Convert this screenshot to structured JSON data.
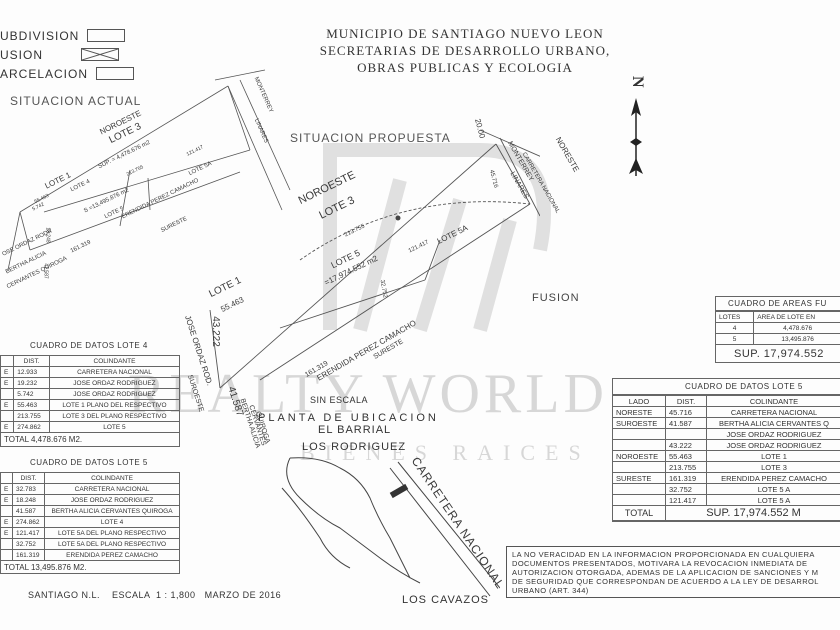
{
  "header": {
    "line1": "MUNICIPIO DE SANTIAGO NUEVO LEON",
    "line2": "SECRETARIAS DE DESARROLLO URBANO,",
    "line3": "OBRAS PUBLICAS Y ECOLOGIA"
  },
  "legend": {
    "subdivision": "UBDIVISION",
    "fusion": "USION",
    "parcelacion": "ARCELACION"
  },
  "labels": {
    "situacion_actual": "SITUACION ACTUAL",
    "situacion_propuesta": "SITUACION PROPUESTA",
    "fusion": "FUSION",
    "sin_escala": "SIN ESCALA",
    "planta": "PLANTA DE UBICACION",
    "el_barrial": "EL BARRIAL",
    "los_rodriguez": "LOS RODRIGUEZ",
    "carretera_nacional": "CARRETERA NACIONAL",
    "los_cavazos": "LOS CAVAZOS",
    "north": "N",
    "footer": "SANTIAGO N.L.    ESCALA  1 : 1,800   MARZO DE 2016"
  },
  "plan_actual": {
    "noroeste": "NOROESTE",
    "lote3": "LOTE 3",
    "sup3": "SUP. = 4,478.676 m2",
    "lote1": "LOTE 1",
    "lote4": "LOTE 4",
    "lote5": "LOTE 5",
    "sup5": "S =13,495.876 m2",
    "lote5a": "LOTE 5A",
    "erendida": "ERENDIDA PEREZ CAMACHO",
    "sureste": "SURESTE",
    "bertha": "BERTHA ALICIA",
    "cervantes": "CERVANTES QUIROGA",
    "ordaz": "OSE ORDAZ RODR",
    "monterrey": "MONTERREY",
    "linares": "LINARES",
    "d1": "55.463",
    "d2": "5.742",
    "d3": "12.933",
    "d4": "19.232",
    "d5": "161.319",
    "d6": "121.417",
    "d7": "213.755",
    "d8": "274.862",
    "d9": "32.783",
    "d10": "18.248",
    "d11": "41.587",
    "d12": "32.752"
  },
  "plan_propuesta": {
    "noroeste": "NOROESTE",
    "lote3": "LOTE 3",
    "lote1": "LOTE 1",
    "lote5": "LOTE 5",
    "sup5": "=17,974.552 m2",
    "lote5a": "LOTE 5A",
    "monterrey": "MONTERREY",
    "carretera": "CARRETERA NACIONAL",
    "linares": "LINARES",
    "noreste": "NORESTE",
    "jose": "JOSE ORDAZ ROD.",
    "bertha": "BERTHA ALICIA",
    "cervantes": "CERVANTES",
    "quiroga": "QUIROGA",
    "erendida": "ERENDIDA PEREZ CAMACHO",
    "sureste": "SURESTE",
    "suroeste": "SUROESTE",
    "d20": "20.00",
    "d45": "45.716",
    "d213": "213.755",
    "d55": "55.463",
    "d43": "43.222",
    "d41": "41.587",
    "d161": "161.319",
    "d121": "121.417",
    "d32": "32.752"
  },
  "tabla_lote4": {
    "title": "CUADRO DE DATOS  LOTE 4",
    "headers": [
      "",
      "DIST.",
      "COLINDANTE"
    ],
    "rows": [
      [
        "E",
        "12.933",
        "CARRETERA NACIONAL"
      ],
      [
        "E",
        "19.232",
        "JOSE ORDAZ RODRIGUEZ"
      ],
      [
        "",
        "5.742",
        "JOSE ORDAZ RODRIGUEZ"
      ],
      [
        "E",
        "55.463",
        "LOTE 1 PLANO DEL RESPECTIVO"
      ],
      [
        "",
        "213.755",
        "LOTE 3 DEL PLANO RESPECTIVO"
      ],
      [
        "E",
        "274.862",
        "LOTE 5"
      ]
    ],
    "total": "TOTAL   4,478.676 M2."
  },
  "tabla_lote5a": {
    "title": "CUADRO DE DATOS  LOTE 5",
    "headers": [
      "",
      "DIST.",
      "COLINDANTE"
    ],
    "rows": [
      [
        "E",
        "32.783",
        "CARRETERA NACIONAL"
      ],
      [
        "E",
        "18.248",
        "JOSE ORDAZ RODRIGUEZ"
      ],
      [
        "",
        "41.587",
        "BERTHA ALICIA CERVANTES QUIROGA"
      ],
      [
        "E",
        "274.862",
        "LOTE 4"
      ],
      [
        "E",
        "121.417",
        "LOTE 5A DEL PLANO RESPECTIVO"
      ],
      [
        "",
        "32.752",
        "LOTE 5A DEL PLANO RESPECTIVO"
      ],
      [
        "",
        "161.319",
        "ERENDIDA PEREZ CAMACHO"
      ]
    ],
    "total": "TOTAL   13,495.876  M2."
  },
  "tabla_areas": {
    "title": "CUADRO DE AREAS FU",
    "headers": [
      "LOTES",
      "AREA DE LOTE EN"
    ],
    "rows": [
      [
        "4",
        "4,478.676"
      ],
      [
        "5",
        "13,495.876"
      ]
    ],
    "total": "SUP.  17,974.552"
  },
  "tabla_lote5b": {
    "title": "CUADRO DE DATOS  LOTE 5",
    "headers": [
      "LADO",
      "DIST.",
      "COLINDANTE"
    ],
    "rows": [
      [
        "NORESTE",
        "45.716",
        "CARRETERA NACIONAL"
      ],
      [
        "SUROESTE",
        "41.587",
        "BERTHA ALICIA CERVANTES Q"
      ],
      [
        "",
        "",
        "JOSE ORDAZ RODRIGUEZ"
      ],
      [
        "",
        "43.222",
        "JOSE ORDAZ RODRIGUEZ"
      ],
      [
        "NOROESTE",
        "55.463",
        "LOTE 1"
      ],
      [
        "",
        "213.755",
        "LOTE 3"
      ],
      [
        "SURESTE",
        "161.319",
        "ERENDIDA PEREZ CAMACHO"
      ],
      [
        "",
        "32.752",
        "LOTE 5 A"
      ],
      [
        "",
        "121.417",
        "LOTE 5 A"
      ]
    ],
    "total_label": "TOTAL",
    "total": "SUP.  17,974.552  M"
  },
  "nota": {
    "lines": [
      "LA NO VERACIDAD EN LA INFORMACION PROPORCIONADA EN CUALQUIERA",
      "DOCUMENTOS PRESENTADOS, MOTIVARA LA REVOCACION INMEDIATA DE",
      "AUTORIZACION OTORGADA, ADEMAS DE LA APLICACION DE SANCIONES Y M",
      "DE SEGURIDAD QUE CORRESPONDAN DE ACUERDO A LA LEY DE DESARROL",
      "URBANO (ART. 344)"
    ]
  },
  "watermark": {
    "brand": "REALTY WORLD",
    "tagline": "BIENES RAICES"
  }
}
